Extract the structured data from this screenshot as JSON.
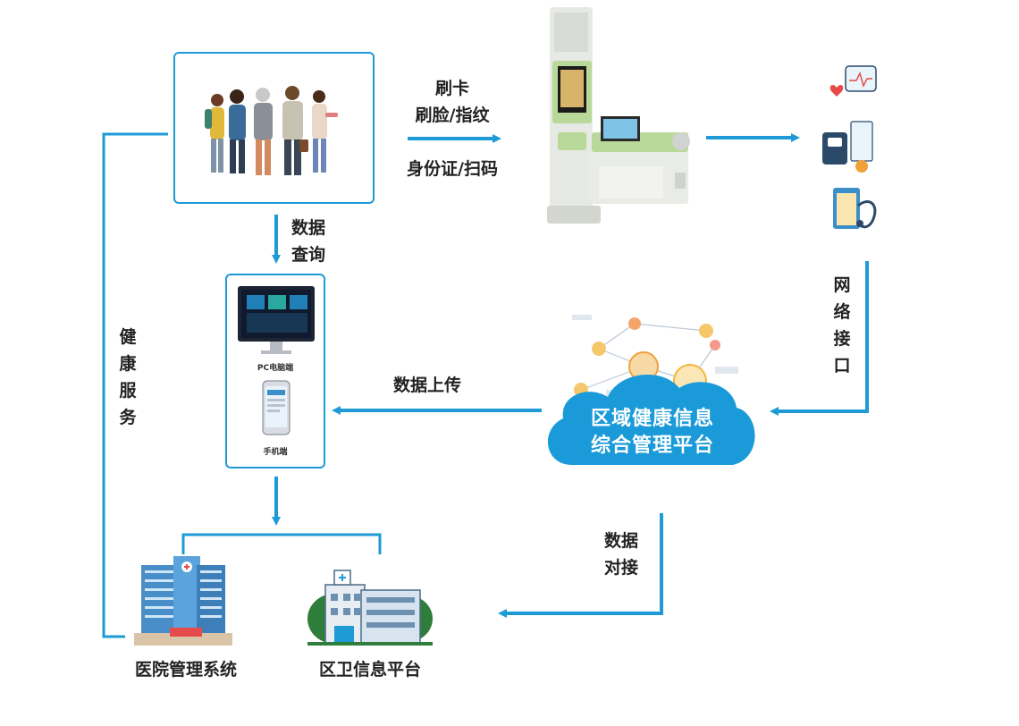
{
  "labels": {
    "swipe_card": "刷卡",
    "face_finger": "刷脸/指纹",
    "id_scan": "身份证/扫码",
    "data_query_1": "数据",
    "data_query_2": "查询",
    "network_interface": "网络接口",
    "data_upload": "数据上传",
    "data_docking_1": "数据",
    "data_docking_2": "对接",
    "health_service": "健康服务",
    "pc_client": "PC电脑端",
    "mobile_client": "手机端",
    "cloud_line1": "区域健康信息",
    "cloud_line2": "综合管理平台",
    "hospital_system": "医院管理系统",
    "community_platform": "区卫信息平台"
  },
  "colors": {
    "accent": "#1e9ad6",
    "cloud": "#1a9ad8",
    "kiosk_green": "#b9d99a",
    "text": "#222222"
  }
}
